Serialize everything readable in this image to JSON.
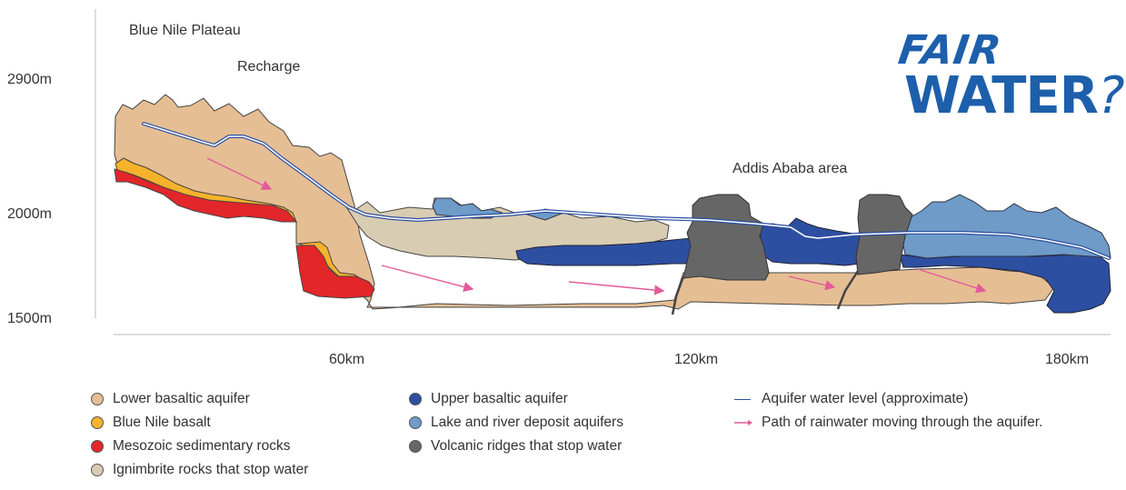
{
  "region_labels": {
    "plateau": "Blue Nile Plateau",
    "recharge": "Recharge",
    "addis": "Addis Ababa area"
  },
  "y_axis": {
    "ticks": [
      "2900m",
      "2000m",
      "1500m"
    ]
  },
  "x_axis": {
    "ticks": [
      "60km",
      "120km",
      "180km"
    ]
  },
  "logo": {
    "word1": "FAIR",
    "word2": "WATER",
    "mark": "?"
  },
  "colors": {
    "lower_basaltic": "#e5be94",
    "blue_nile_basalt": "#f6b22b",
    "mesozoic": "#e2262a",
    "ignimbrite": "#d8ccb2",
    "upper_basaltic": "#2d4fa1",
    "lake_river": "#6e9bc8",
    "volcanic": "#666666",
    "water_level": "#2d4fa1",
    "rain_path": "#e45a9a",
    "logo_blue": "#1d5fab"
  },
  "legend": [
    {
      "label": "Lower basaltic aquifer",
      "color": "#e5be94",
      "kind": "dot"
    },
    {
      "label": "Blue Nile basalt",
      "color": "#f6b22b",
      "kind": "dot"
    },
    {
      "label": "Mesozoic sedimentary rocks",
      "color": "#e2262a",
      "kind": "dot"
    },
    {
      "label": "Ignimbrite rocks that stop water",
      "color": "#d8ccb2",
      "kind": "dot"
    },
    {
      "label": "Upper basaltic aquifer",
      "color": "#2d4fa1",
      "kind": "dot"
    },
    {
      "label": "Lake and river deposit aquifers",
      "color": "#6e9bc8",
      "kind": "dot"
    },
    {
      "label": "Volcanic ridges that stop water",
      "color": "#666666",
      "kind": "dot"
    },
    {
      "label": "Aquifer water level (approximate)",
      "color": "#2d4fa1",
      "kind": "line"
    },
    {
      "label": "Path of rainwater moving through the aquifer.",
      "color": "#e45a9a",
      "kind": "arrow"
    }
  ]
}
